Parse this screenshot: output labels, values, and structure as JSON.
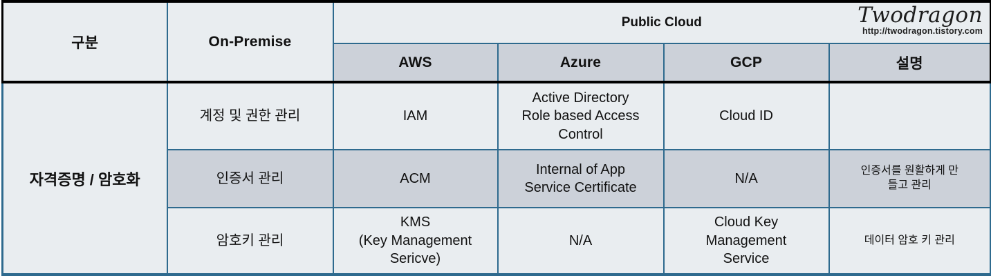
{
  "brand": {
    "name": "Twodragon",
    "url": "http://twodragon.tistory.com"
  },
  "colors": {
    "row_light": "#e9edf0",
    "row_gray": "#ccd1d9",
    "border_teal": "#2e6a8e",
    "border_black": "#000000"
  },
  "table": {
    "header": {
      "category": "구분",
      "onpremise": "On-Premise",
      "public_cloud": "Public Cloud",
      "sub_columns": [
        "AWS",
        "Azure",
        "GCP",
        "설명"
      ]
    },
    "row_group": "자격증명 / 암호화",
    "rows": [
      {
        "item": "계정 및 권한 관리",
        "aws": "IAM",
        "azure": "Active Directory\nRole based Access\nControl",
        "gcp": "Cloud ID",
        "desc": ""
      },
      {
        "item": "인증서 관리",
        "aws": "ACM",
        "azure": "Internal of App\nService Certificate",
        "gcp": "N/A",
        "desc": "인증서를 원활하게 만\n들고 관리"
      },
      {
        "item": "암호키 관리",
        "aws": "KMS\n(Key Management\nSericve)",
        "azure": "N/A",
        "gcp": "Cloud Key\nManagement\nService",
        "desc": "데이터 암호 키 관리"
      }
    ]
  }
}
